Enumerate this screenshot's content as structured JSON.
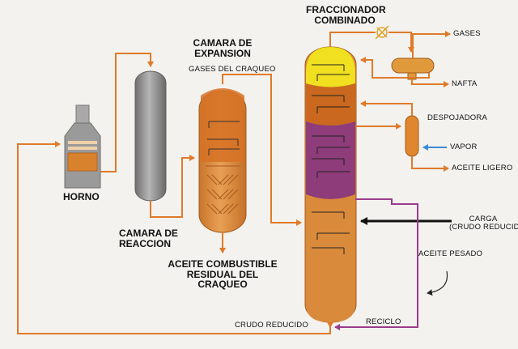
{
  "labels": {
    "fraccionador": [
      "FRACCIONADOR",
      "COMBINADO"
    ],
    "camara_expansion": [
      "CAMARA DE",
      "EXPANSION"
    ],
    "gases_craqueo": "GASES DEL CRAQUEO",
    "horno": "HORNO",
    "camara_reaccion": [
      "CAMARA DE",
      "REACCION"
    ],
    "aceite_combustible": [
      "ACEITE COMBUSTIBLE",
      "RESIDUAL DEL",
      "CRAQUEO"
    ],
    "gases": "GASES",
    "nafta": "NAFTA",
    "despojadora": "DESPOJADORA",
    "vapor": "VAPOR",
    "aceite_ligero": "ACEITE LIGERO",
    "carga": [
      "CARGA",
      "(CRUDO REDUCIDO)"
    ],
    "aceite_pesado": "ACEITE PESADO",
    "crudo_reducido": "CRUDO REDUCIDO",
    "reciclo": "RECICLO"
  },
  "colors": {
    "background": "#f3f2ee",
    "flow_line": "#e07a2a",
    "tank_orange": "#d98a3a",
    "tank_dark_orange": "#c9681e",
    "furnace_gray": "#8c8c8c",
    "reaction_chamber": "#8f8f8f",
    "top_yellow": "#f0e020",
    "purple_section": "#8e3c7a",
    "recycle_purple": "#9b3c8c",
    "vapor_blue": "#3a8ad8",
    "feed_black": "#111111"
  }
}
